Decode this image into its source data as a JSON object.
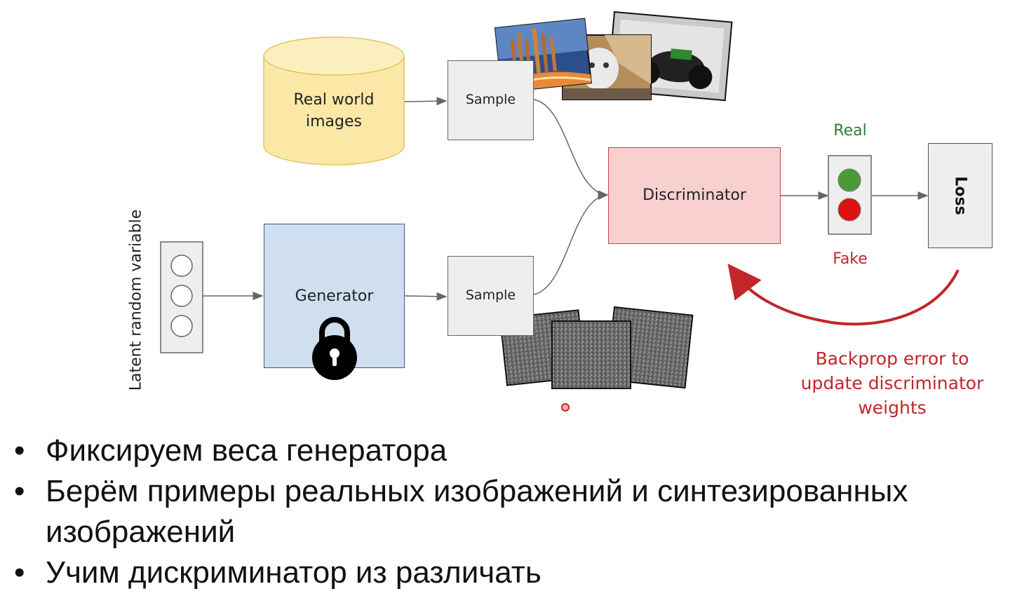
{
  "diagram": {
    "real_world_label": "Real world images",
    "sample_top_label": "Sample",
    "sample_bottom_label": "Sample",
    "generator_label": "Generator",
    "discriminator_label": "Discriminator",
    "latent_label": "Latent random variable",
    "real_label": "Real",
    "fake_label": "Fake",
    "loss_label": "Loss",
    "backprop_label": [
      "Backprop error to",
      "update discriminator",
      "weights"
    ]
  },
  "bullets": [
    "Фиксируем веса генератора",
    "Берём примеры реальных изображений и синтезированных",
    "изображений",
    "Учим дискриминатор из различать"
  ],
  "colors": {
    "database_fill": "#fbe8a6",
    "generator_fill": "#cfdff0",
    "discriminator_fill": "#f8d0d0",
    "real_green": "#2e7d32",
    "fake_red": "#c0262a",
    "arrow_red": "#c0262a"
  },
  "icons": {
    "lock": "padlock-icon",
    "indicator_real": "green-light-icon",
    "indicator_fake": "red-light-icon"
  }
}
